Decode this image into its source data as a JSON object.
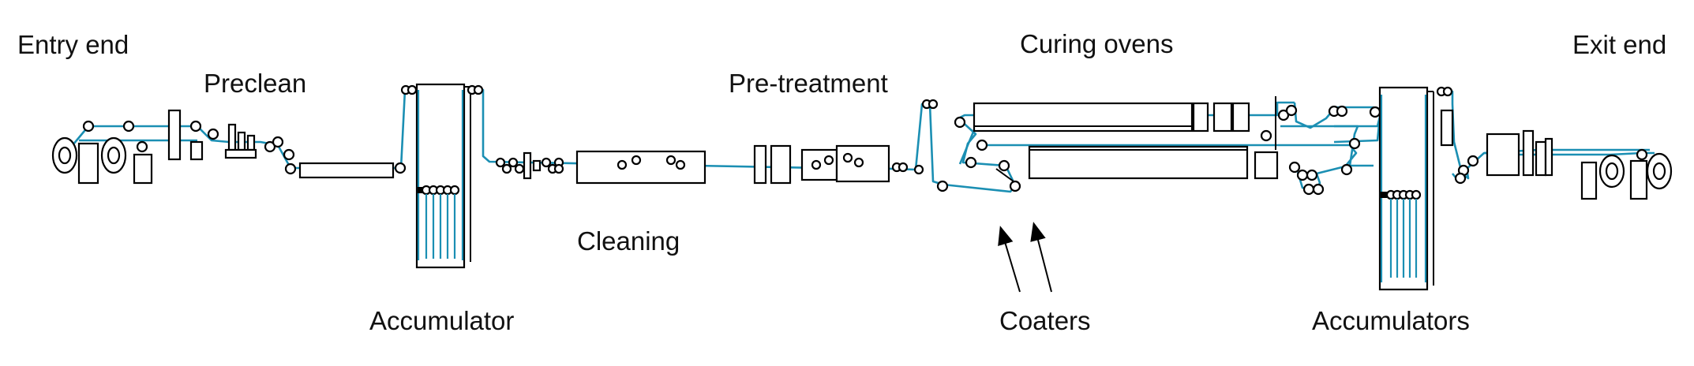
{
  "diagram": {
    "labels": {
      "entry_end": "Entry end",
      "preclean": "Preclean",
      "accumulator": "Accumulator",
      "cleaning": "Cleaning",
      "pre_treatment": "Pre-treatment",
      "curing_ovens": "Curing ovens",
      "coaters": "Coaters",
      "accumulators": "Accumulators",
      "exit_end": "Exit end"
    },
    "colors": {
      "strip_line": "#1b8fb3",
      "equipment_outline": "#000000",
      "label_text": "#111111",
      "background": "#ffffff"
    }
  }
}
